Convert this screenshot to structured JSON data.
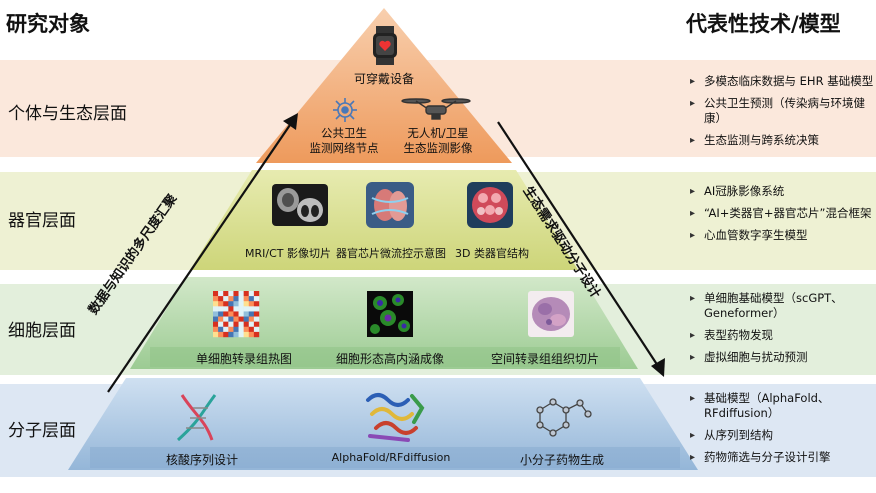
{
  "headers": {
    "left": "研究对象",
    "right": "代表性技术/模型"
  },
  "levels": [
    {
      "name": "个体与生态层面",
      "techs": [
        "多模态临床数据与 EHR 基础模型",
        "公共卫生预测（传染病与环境健康）",
        "生态监测与跨系统决策"
      ]
    },
    {
      "name": "器官层面",
      "techs": [
        "AI冠脉影像系统",
        "“AI+类器官+器官芯片”混合框架",
        "心血管数字孪生模型"
      ]
    },
    {
      "name": "细胞层面",
      "techs": [
        "单细胞基础模型（scGPT、Geneformer）",
        "表型药物发现",
        "虚拟细胞与扰动预测"
      ]
    },
    {
      "name": "分子层面",
      "techs": [
        "基础模型（AlphaFold、RFdiffusion）",
        "从序列到结构",
        "药物筛选与分子设计引擎"
      ]
    }
  ],
  "individual": {
    "wearable": "可穿戴设备",
    "node": [
      "公共卫生",
      "监测网络节点"
    ],
    "drone": [
      "无人机/卫星",
      "生态监测影像"
    ]
  },
  "organ_items": [
    "MRI/CT 影像切片",
    "器官芯片微流控示意图",
    "3D 类器官结构"
  ],
  "cell_items": [
    "单细胞转录组热图",
    "细胞形态高内涵成像",
    "空间转录组组织切片"
  ],
  "molecule_items": [
    "核酸序列设计",
    "AlphaFold/RFdiffusion",
    "小分子药物生成"
  ],
  "arrows": {
    "up": "数据与知识的多尺度汇聚",
    "down": "生态需求驱动分子设计"
  },
  "colors": {
    "band1": "#fbe8dc",
    "band2": "#eef1d3",
    "band3": "#e3efdc",
    "band4": "#dde7f3",
    "tri1": "#f1a56c",
    "tri2": "#d9df8c",
    "tri3": "#b3d6ab",
    "tri4": "#a9c3df"
  }
}
